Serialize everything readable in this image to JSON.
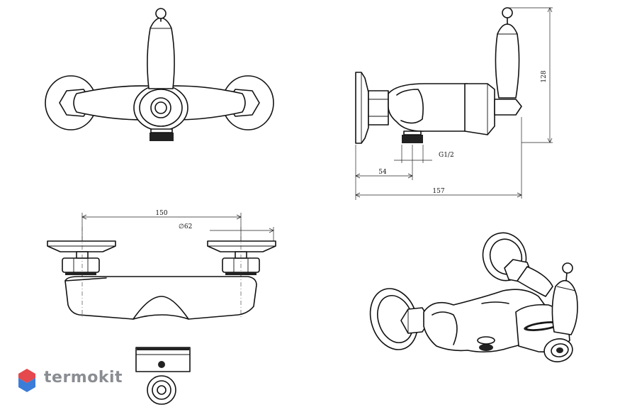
{
  "dimensions": {
    "height": "128",
    "thread": "G1/2",
    "offset": "54",
    "depth": "157",
    "spacing": "150",
    "diameter": "∅62"
  },
  "brand": {
    "name": "termokit",
    "colors": {
      "red": "#e5484d",
      "blue": "#3b7dd8",
      "gray": "#8a8d92"
    }
  }
}
